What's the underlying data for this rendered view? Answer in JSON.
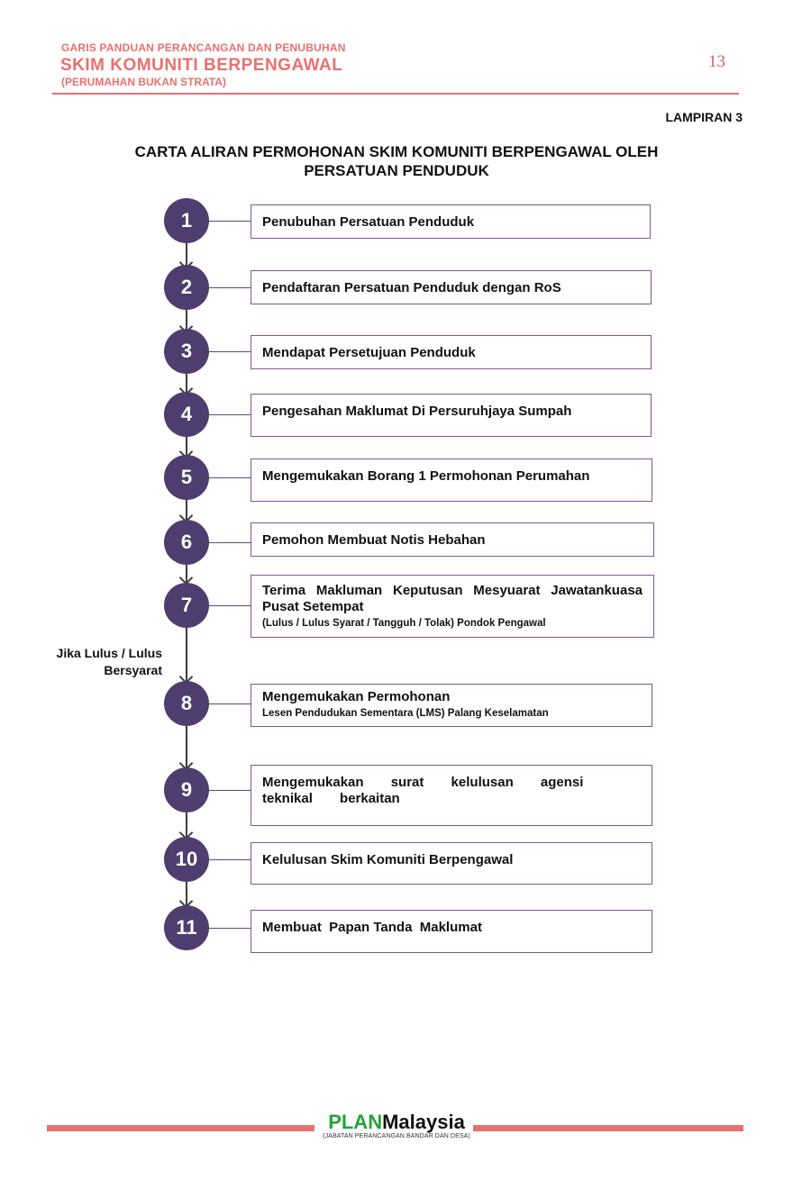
{
  "header": {
    "subtitle": "GARIS PANDUAN PERANCANGAN DAN PENUBUHAN",
    "title": "SKIM KOMUNITI BERPENGAWAL",
    "note": "(PERUMAHAN BUKAN STRATA)",
    "page_number": "13",
    "accent_color": "#e8716f"
  },
  "appendix_label": "LAMPIRAN 3",
  "document_title": "CARTA ALIRAN PERMOHONAN SKIM KOMUNITI BERPENGAWAL OLEH PERSATUAN PENDUDUK",
  "flow": {
    "node_color": "#4e3d6e",
    "steps": [
      {
        "number": "1",
        "title": "Penubuhan Persatuan Penduduk",
        "subtitle": ""
      },
      {
        "number": "2",
        "title": "Pendaftaran Persatuan Penduduk dengan RoS",
        "subtitle": ""
      },
      {
        "number": "3",
        "title": "Mendapat Persetujuan Penduduk",
        "subtitle": ""
      },
      {
        "number": "4",
        "title": "Pengesahan Maklumat Di Persuruhjaya Sumpah",
        "subtitle": ""
      },
      {
        "number": "5",
        "title": "Mengemukakan Borang 1 Permohonan Perumahan",
        "subtitle": ""
      },
      {
        "number": "6",
        "title": "Pemohon Membuat Notis Hebahan",
        "subtitle": ""
      },
      {
        "number": "7",
        "title": "Terima Makluman Keputusan Mesyuarat Jawatankuasa Pusat Setempat",
        "subtitle": "(Lulus / Lulus Syarat / Tangguh / Tolak) Pondok Pengawal"
      },
      {
        "number": "8",
        "title": "Mengemukakan Permohonan",
        "subtitle": "Lesen Pendudukan Sementara (LMS) Palang Keselamatan"
      },
      {
        "number": "9",
        "title": "Mengemukakan surat kelulusan agensi teknikal berkaitan",
        "subtitle": ""
      },
      {
        "number": "10",
        "title": "Kelulusan Skim Komuniti Berpengawal",
        "subtitle": ""
      },
      {
        "number": "11",
        "title": "Membuat  Papan Tanda  Maklumat",
        "subtitle": ""
      }
    ],
    "branch_note": "Jika Lulus / Lulus Bersyarat"
  },
  "footer": {
    "brand_plan": "PLAN",
    "brand_malaysia": "Malaysia",
    "brand_subtitle": "(JABATAN PERANCANGAN BANDAR DAN DESA)"
  }
}
